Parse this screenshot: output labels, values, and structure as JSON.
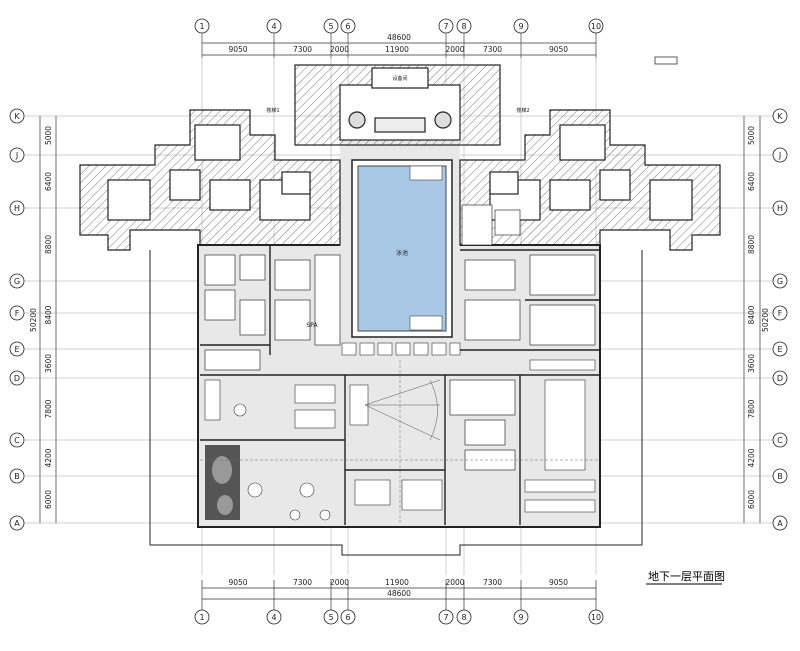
{
  "drawing_title": "地下一层平面图",
  "grid_columns": [
    "1",
    "4",
    "5",
    "6",
    "7",
    "8",
    "9",
    "10"
  ],
  "grid_rows": [
    "K",
    "J",
    "H",
    "G",
    "F",
    "E",
    "D",
    "C",
    "B",
    "A"
  ],
  "top_segments": [
    "9050",
    "7300",
    "2000",
    "11900",
    "2000",
    "7300",
    "9050"
  ],
  "overall_width": "48600",
  "row_segments": [
    "5000",
    "6400",
    "8800",
    "8400",
    "3600",
    "7800",
    "4200",
    "6000"
  ],
  "overall_height": "50200",
  "room_labels": {
    "pool": "泳池",
    "spa": "SPA",
    "stair1": "楼梯1",
    "stair2": "楼梯2",
    "equipment": "设备间"
  },
  "colors": {
    "pool": "#a9c8e6",
    "floor": "#e6e6e6",
    "wall": "#222222",
    "hatch": "#555555"
  }
}
